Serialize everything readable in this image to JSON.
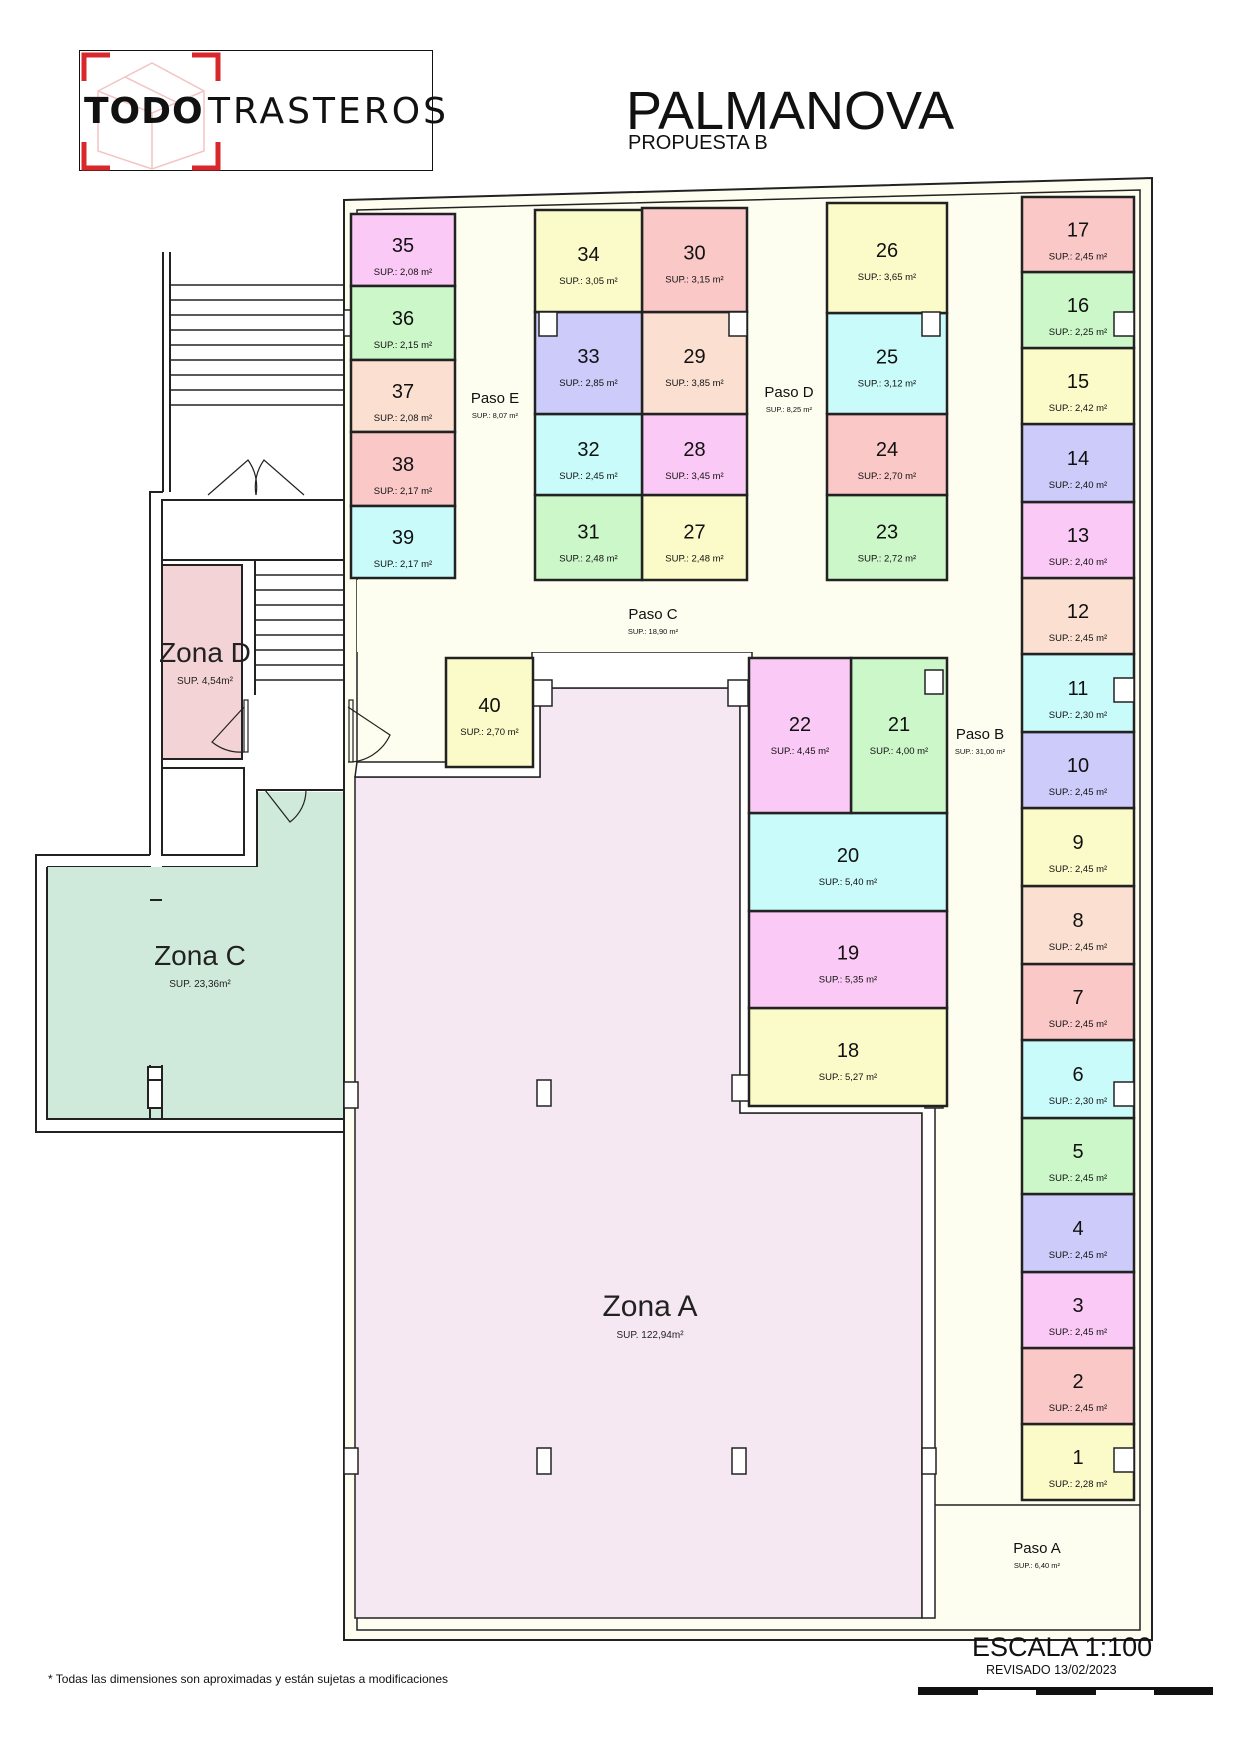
{
  "header": {
    "logo_todo": "TODO",
    "logo_trasteros": "TRASTEROS",
    "title": "PALMANOVA",
    "subtitle": "PROPUESTA B"
  },
  "footer": {
    "scale": "ESCALA 1:100",
    "revised": "REVISADO 13/02/2023",
    "note": "* Todas las dimensiones son aproximadas y están sujetas a modificaciones"
  },
  "colors": {
    "wall": "#222222",
    "pink": "#fbc9f5",
    "green": "#ccf7c9",
    "peach": "#fbe0d2",
    "red": "#fbc8c8",
    "cyan": "#c9fbfb",
    "yellow": "#fbfbc9",
    "lavender": "#cccbfa",
    "passage": "#fdfdf0",
    "zona_a": "#f5e8f3",
    "zona_c": "#cfeadb",
    "zona_d": "#f3d3d6",
    "logo_red": "#d9282b",
    "logo_pink": "#f3c4c4"
  },
  "units": [
    {
      "num": "1",
      "sup": "SUP.: 2,28 m²",
      "color": "yellow"
    },
    {
      "num": "2",
      "sup": "SUP.: 2,45 m²",
      "color": "red"
    },
    {
      "num": "3",
      "sup": "SUP.: 2,45 m²",
      "color": "pink"
    },
    {
      "num": "4",
      "sup": "SUP.: 2,45 m²",
      "color": "lavender"
    },
    {
      "num": "5",
      "sup": "SUP.: 2,45 m²",
      "color": "green"
    },
    {
      "num": "6",
      "sup": "SUP.: 2,30 m²",
      "color": "cyan"
    },
    {
      "num": "7",
      "sup": "SUP.: 2,45 m²",
      "color": "red"
    },
    {
      "num": "8",
      "sup": "SUP.: 2,45 m²",
      "color": "peach"
    },
    {
      "num": "9",
      "sup": "SUP.: 2,45 m²",
      "color": "yellow"
    },
    {
      "num": "10",
      "sup": "SUP.: 2,45 m²",
      "color": "lavender"
    },
    {
      "num": "11",
      "sup": "SUP.: 2,30 m²",
      "color": "cyan"
    },
    {
      "num": "12",
      "sup": "SUP.: 2,45 m²",
      "color": "peach"
    },
    {
      "num": "13",
      "sup": "SUP.: 2,40 m²",
      "color": "pink"
    },
    {
      "num": "14",
      "sup": "SUP.: 2,40 m²",
      "color": "lavender"
    },
    {
      "num": "15",
      "sup": "SUP.: 2,42 m²",
      "color": "yellow"
    },
    {
      "num": "16",
      "sup": "SUP.: 2,25 m²",
      "color": "green"
    },
    {
      "num": "17",
      "sup": "SUP.: 2,45 m²",
      "color": "red"
    },
    {
      "num": "18",
      "sup": "SUP.: 5,27 m²",
      "color": "yellow"
    },
    {
      "num": "19",
      "sup": "SUP.: 5,35 m²",
      "color": "pink"
    },
    {
      "num": "20",
      "sup": "SUP.: 5,40 m²",
      "color": "cyan"
    },
    {
      "num": "21",
      "sup": "SUP.: 4,00 m²",
      "color": "green"
    },
    {
      "num": "22",
      "sup": "SUP.: 4,45 m²",
      "color": "pink"
    },
    {
      "num": "23",
      "sup": "SUP.: 2,72 m²",
      "color": "green"
    },
    {
      "num": "24",
      "sup": "SUP.: 2,70 m²",
      "color": "red"
    },
    {
      "num": "25",
      "sup": "SUP.: 3,12 m²",
      "color": "cyan"
    },
    {
      "num": "26",
      "sup": "SUP.: 3,65 m²",
      "color": "yellow"
    },
    {
      "num": "27",
      "sup": "SUP.: 2,48 m²",
      "color": "yellow"
    },
    {
      "num": "28",
      "sup": "SUP.: 3,45 m²",
      "color": "pink"
    },
    {
      "num": "29",
      "sup": "SUP.: 3,85 m²",
      "color": "peach"
    },
    {
      "num": "30",
      "sup": "SUP.: 3,15 m²",
      "color": "red"
    },
    {
      "num": "31",
      "sup": "SUP.: 2,48 m²",
      "color": "green"
    },
    {
      "num": "32",
      "sup": "SUP.: 2,45 m²",
      "color": "cyan"
    },
    {
      "num": "33",
      "sup": "SUP.: 2,85 m²",
      "color": "lavender"
    },
    {
      "num": "34",
      "sup": "SUP.: 3,05 m²",
      "color": "yellow"
    },
    {
      "num": "35",
      "sup": "SUP.: 2,08 m²",
      "color": "pink"
    },
    {
      "num": "36",
      "sup": "SUP.: 2,15 m²",
      "color": "green"
    },
    {
      "num": "37",
      "sup": "SUP.: 2,08 m²",
      "color": "peach"
    },
    {
      "num": "38",
      "sup": "SUP.: 2,17 m²",
      "color": "red"
    },
    {
      "num": "39",
      "sup": "SUP.: 2,17 m²",
      "color": "cyan"
    },
    {
      "num": "40",
      "sup": "SUP.: 2,70 m²",
      "color": "yellow"
    }
  ],
  "passages": [
    {
      "name": "Paso A",
      "sup": "SUP.: 6,40 m²"
    },
    {
      "name": "Paso B",
      "sup": "SUP.: 31,00 m²"
    },
    {
      "name": "Paso C",
      "sup": "SUP.: 18,90 m²"
    },
    {
      "name": "Paso D",
      "sup": "SUP.: 8,25 m²"
    },
    {
      "name": "Paso E",
      "sup": "SUP.: 8,07 m²"
    }
  ],
  "zones": [
    {
      "name": "Zona A",
      "sup": "SUP. 122,94m²"
    },
    {
      "name": "Zona C",
      "sup": "SUP. 23,36m²"
    },
    {
      "name": "Zona D",
      "sup": "SUP. 4,54m²"
    }
  ]
}
